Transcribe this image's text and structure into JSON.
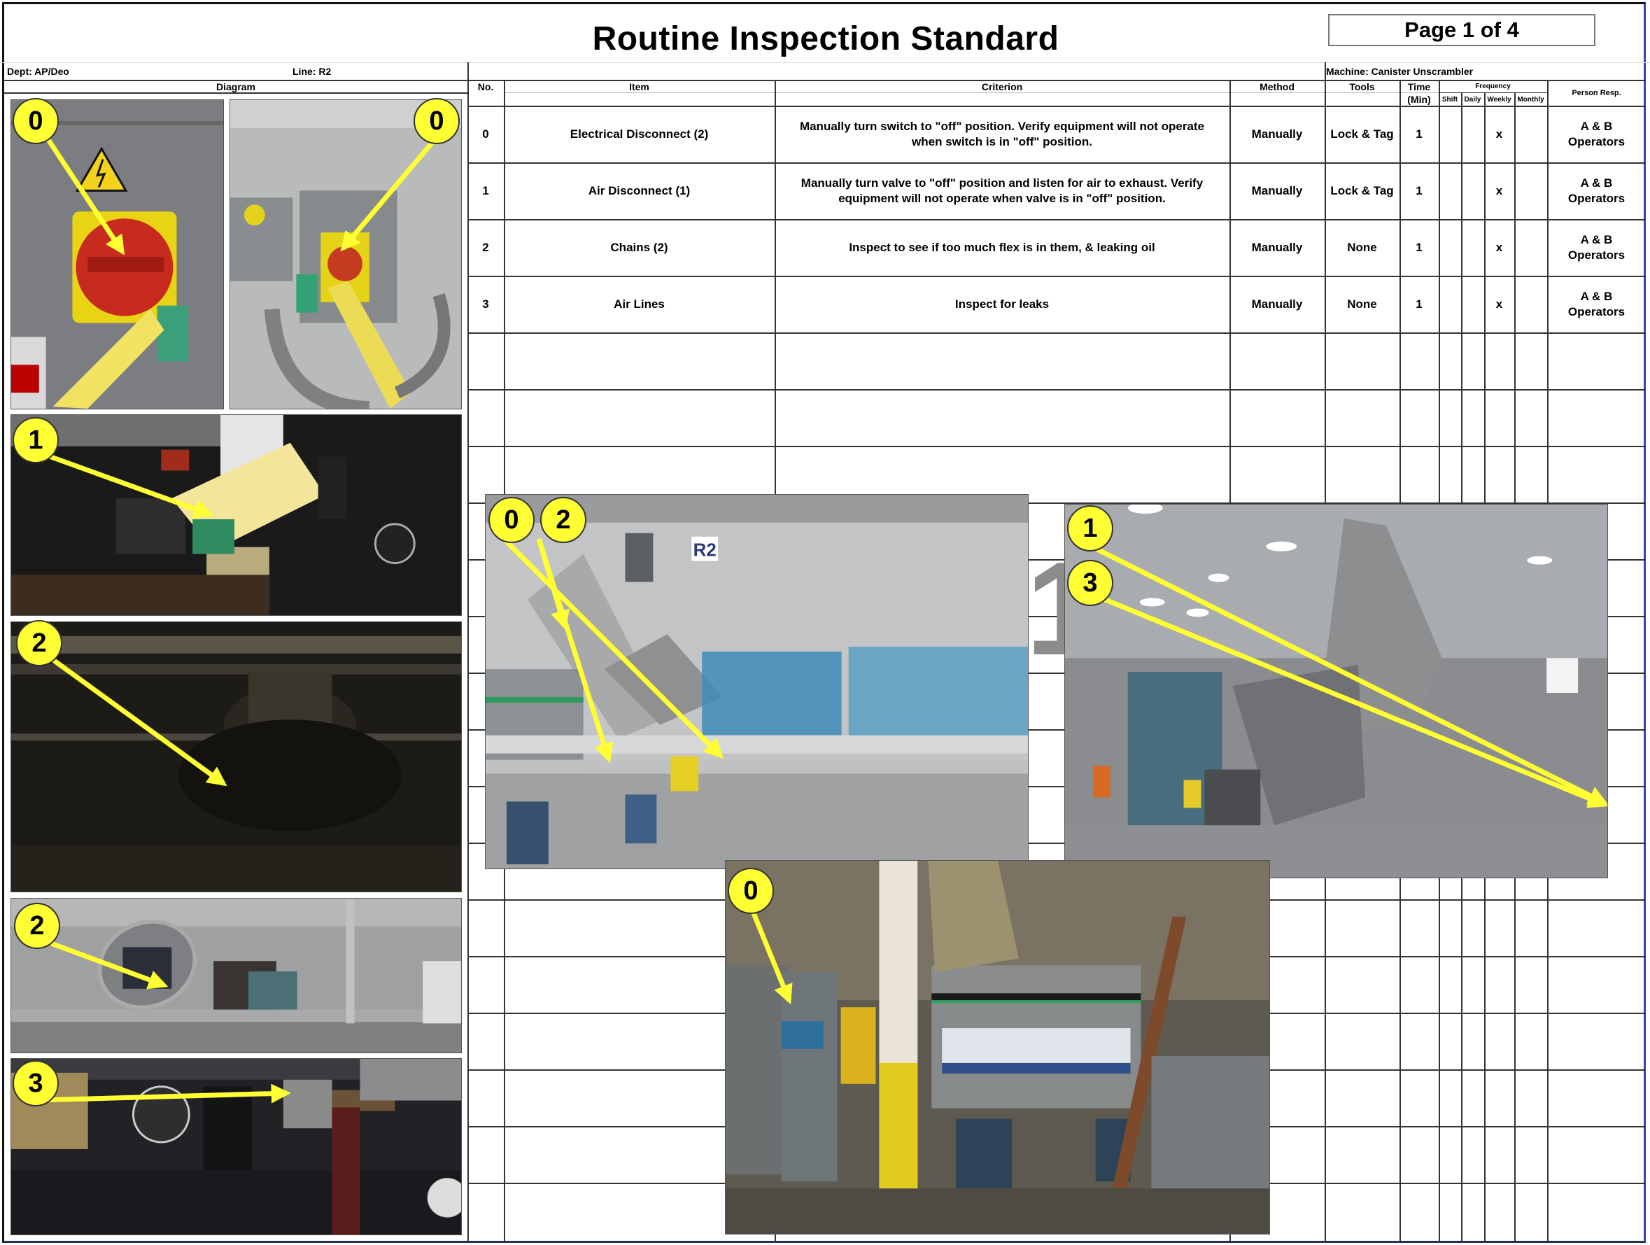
{
  "header": {
    "title": "Routine Inspection Standard",
    "page_indicator": "Page 1 of 4",
    "dept": "Dept:  AP/Deo",
    "line": "Line:  R2",
    "machine": "Machine:  Canister Unscrambler"
  },
  "columns": {
    "diagram": "Diagram",
    "no": "No.",
    "item": "Item",
    "criterion": "Criterion",
    "method": "Method",
    "tools": "Tools",
    "time": "Time",
    "time_unit": "(Min)",
    "frequency": "Frequency",
    "shift": "Shift",
    "daily": "Daily",
    "weekly": "Weekly",
    "monthly": "Monthly",
    "person": "Person Resp."
  },
  "rows": [
    {
      "no": "0",
      "item": "Electrical Disconnect (2)",
      "criterion": "Manually turn switch to \"off\" position.  Verify equipment will not operate when switch is in \"off\" position.",
      "method": "Manually",
      "tools": "Lock & Tag",
      "time": "1",
      "shift": "",
      "daily": "",
      "weekly": "x",
      "monthly": "",
      "person": "A & B Operators"
    },
    {
      "no": "1",
      "item": "Air Disconnect (1)",
      "criterion": "Manually turn valve to \"off\" position and listen for air to exhaust. Verify equipment will not operate when valve is in \"off\" position.",
      "method": "Manually",
      "tools": "Lock & Tag",
      "time": "1",
      "shift": "",
      "daily": "",
      "weekly": "x",
      "monthly": "",
      "person": "A & B Operators"
    },
    {
      "no": "2",
      "item": "Chains (2)",
      "criterion": "Inspect to see if too much flex is in them, & leaking oil",
      "method": "Manually",
      "tools": "None",
      "time": "1",
      "shift": "",
      "daily": "",
      "weekly": "x",
      "monthly": "",
      "person": "A & B Operators"
    },
    {
      "no": "3",
      "item": "Air Lines",
      "criterion": "Inspect for leaks",
      "method": "Manually",
      "tools": "None",
      "time": "1",
      "shift": "",
      "daily": "",
      "weekly": "x",
      "monthly": "",
      "person": "A & B Operators"
    }
  ],
  "callouts": {
    "a": "0",
    "b": "0",
    "c": "1",
    "d": "2",
    "e": "2",
    "f": "3",
    "g1": "0",
    "g2": "2",
    "h1": "1",
    "h2": "3",
    "i1": "0"
  },
  "photos": {
    "a": "electrical-disconnect-locked-photo",
    "b": "electrical-disconnect-box-photo",
    "c": "air-disconnect-valve-photo",
    "d": "chain-drive-photo",
    "e": "chain-guard-photo",
    "f": "air-lines-photo",
    "g": "conveyor-overview-photo",
    "h": "unscrambler-elevator-photo",
    "i": "hoppmann-machine-photo",
    "sign_label": "R2"
  },
  "watermark": "1",
  "colors": {
    "callout_fill": "#ffff33",
    "arrow": "#ffff33",
    "grid": "#333333",
    "watermark": "#8c8c8c"
  }
}
